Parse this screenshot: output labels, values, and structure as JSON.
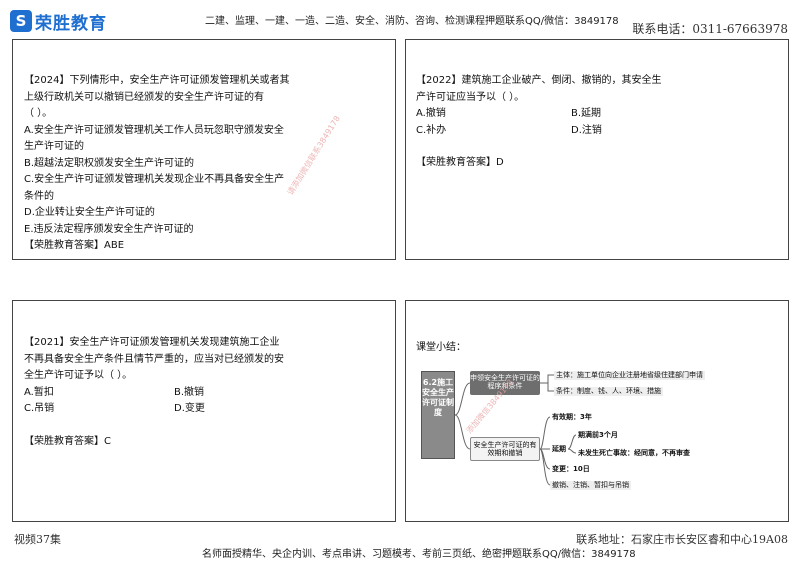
{
  "header": {
    "logo_mark": "S",
    "logo_text": "荣胜教育",
    "course_line": "二建、监理、一建、一造、二造、安全、消防、咨询、检测课程押题联系QQ/微信：3849178",
    "phone": "联系电话：0311-67663978"
  },
  "cards": {
    "q2024": {
      "lines": [
        "【2024】下列情形中，安全生产许可证颁发管理机关或者其",
        "上级行政机关可以撤销已经颁发的安全生产许可证的有",
        "（   ）。",
        "A.安全生产许可证颁发管理机关工作人员玩忽职守颁发安全",
        "生产许可证的",
        "B.超越法定职权颁发安全生产许可证的",
        "C.安全生产许可证颁发管理机关发现企业不再具备安全生产",
        "条件的",
        "D.企业转让安全生产许可证的",
        "E.违反法定程序颁发安全生产许可证的",
        "【荣胜教育答案】ABE"
      ],
      "watermark": "请添加微信联系3849178"
    },
    "q2022": {
      "lines": [
        "【2022】建筑施工企业破产、倒闭、撤销的，其安全生",
        "产许可证应当予以（   ）。"
      ],
      "opt_a": "A.撤销",
      "opt_b": "B.延期",
      "opt_c": "C.补办",
      "opt_d": "D.注销",
      "answer": "【荣胜教育答案】D"
    },
    "q2021": {
      "lines": [
        "【2021】安全生产许可证颁发管理机关发现建筑施工企业",
        "不再具备安全生产条件且情节严重的，应当对已经颁发的安",
        "全生产许可证予以（   ）。"
      ],
      "opt_a": "A.暂扣",
      "opt_b": "B.撤销",
      "opt_c": "C.吊销",
      "opt_d": "D.变更",
      "answer": "【荣胜教育答案】C"
    },
    "summary": {
      "title": "课堂小结：",
      "root": "6.2施工安全生产许可证制度",
      "branch_a": "申领安全生产许可证的程序和条件",
      "branch_b": "安全生产许可证的有效期和撤销",
      "leaf_subject": "主体：施工单位向企业注册地省级住建部门申请",
      "leaf_conditions": "条件：制度、钱、人、环境、措施",
      "leaf_validity": "有效期：3年",
      "leaf_extend": "延期",
      "leaf_extend_1": "期满前3个月",
      "leaf_extend_2": "未发生死亡事故：经同意，不再审查",
      "leaf_change": "变更：10日",
      "leaf_revoke": "撤销、注销、暂扣与吊销",
      "watermark": "添加微信3849178"
    }
  },
  "footer": {
    "video": "视频37集",
    "address": "联系地址：石家庄市长安区睿和中心19A08",
    "promo": "名师面授精华、央企内训、考点串讲、习题模考、考前三页纸、绝密押题联系QQ/微信：3849178"
  }
}
